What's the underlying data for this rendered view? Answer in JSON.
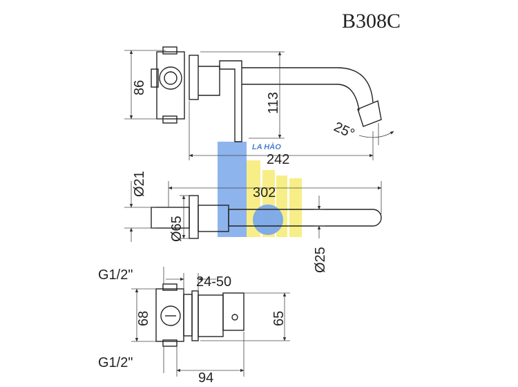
{
  "title": "B308C",
  "watermark": {
    "text": "LA HÀO",
    "colors": {
      "blue": "#7aa7ea",
      "yellow": "#f6ec7a"
    }
  },
  "views": {
    "side": {
      "height_left": "86",
      "height_right": "113",
      "angle": "25°",
      "length": "242"
    },
    "top": {
      "dia_small": "Ø21",
      "dia_plate": "Ø65",
      "dia_spout": "Ø25",
      "total_length": "302"
    },
    "bottom": {
      "thread_top": "G1/2\"",
      "thread_bottom": "G1/2\"",
      "depth_range": "24-50",
      "height_left": "68",
      "height_right": "65",
      "width": "94"
    }
  }
}
